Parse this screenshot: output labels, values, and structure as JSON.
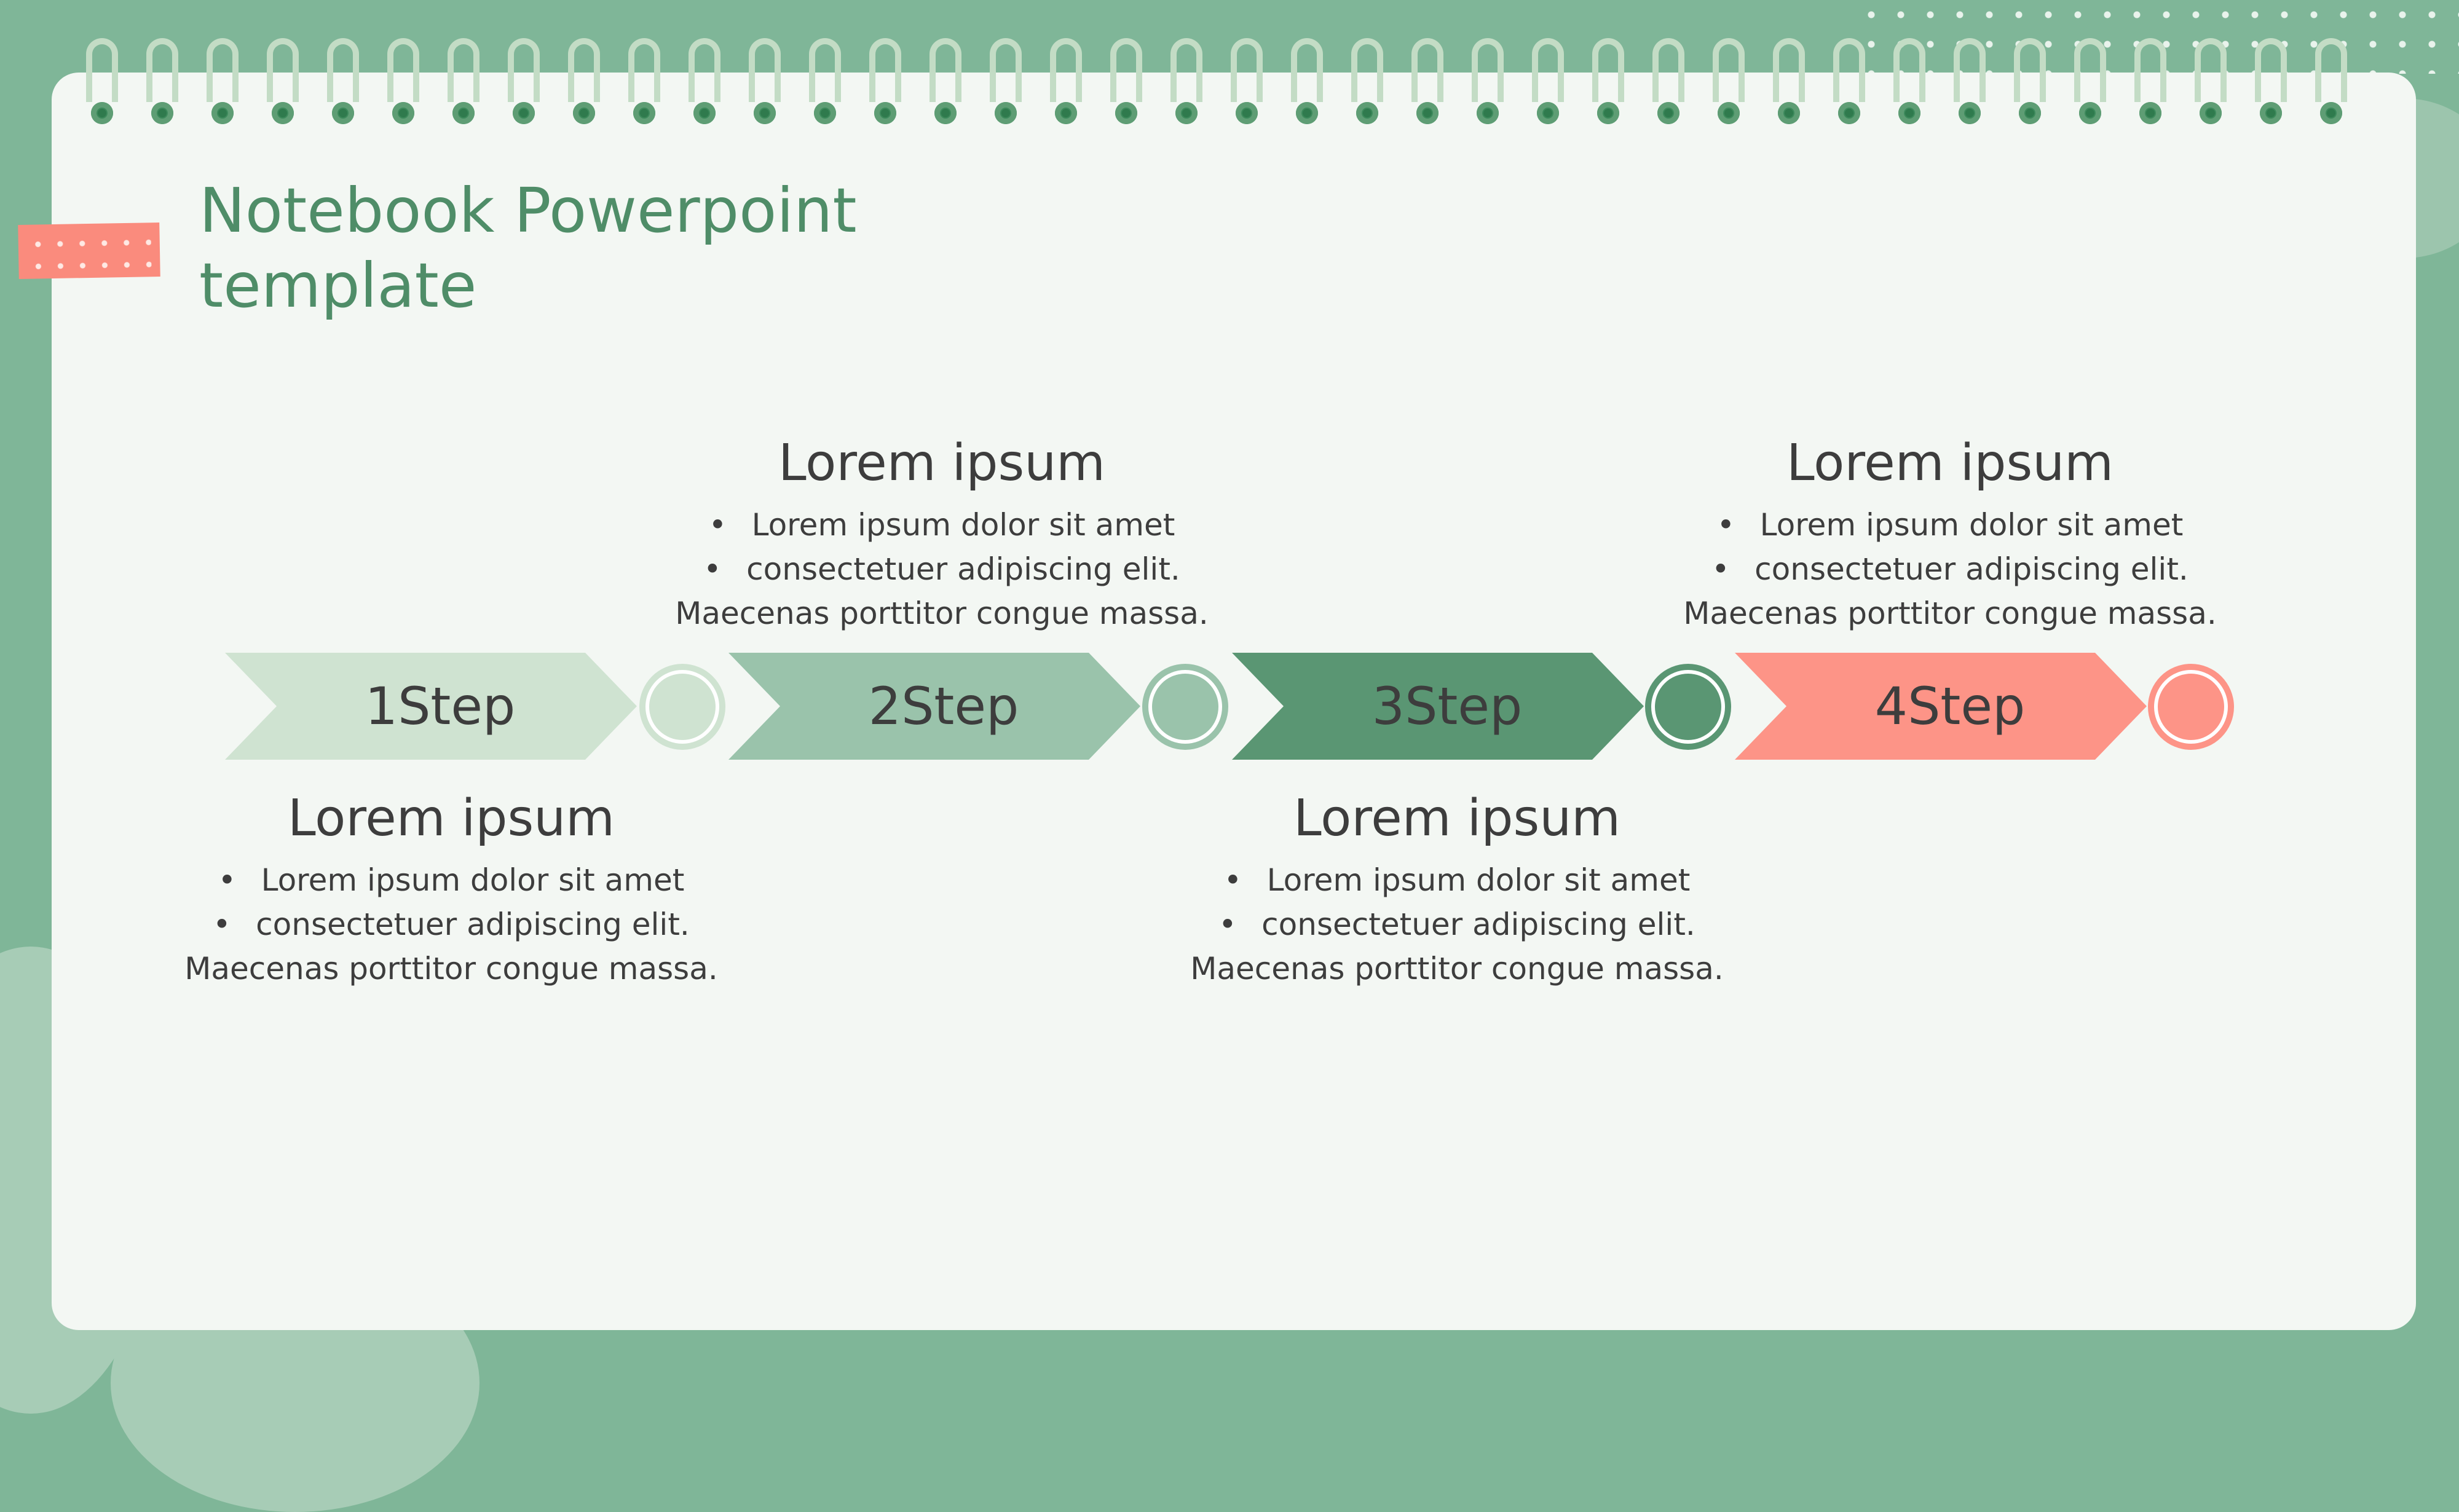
{
  "slide": {
    "title": "Notebook Powerpoint\ntemplate"
  },
  "colors": {
    "background": "#7fb698",
    "paper": "#f3f7f3",
    "step1": "#cfe3d1",
    "step2": "#9ac3ab",
    "step3": "#5a9673",
    "step4": "#fd9487",
    "title": "#4f8d68",
    "text": "#3d3d3d",
    "tape": "#fa8b7d"
  },
  "steps": [
    {
      "label": "1Step",
      "color": "#cfe3d1"
    },
    {
      "label": "2Step",
      "color": "#9ac3ab"
    },
    {
      "label": "3Step",
      "color": "#5a9673"
    },
    {
      "label": "4Step",
      "color": "#fd9487"
    }
  ],
  "cards": [
    {
      "heading": "Lorem ipsum",
      "bullet1": "Lorem ipsum dolor sit amet",
      "bullet2": "consectetuer adipiscing elit.",
      "line3": "Maecenas porttitor congue massa."
    },
    {
      "heading": "Lorem ipsum",
      "bullet1": "Lorem ipsum dolor sit amet",
      "bullet2": "consectetuer adipiscing elit.",
      "line3": "Maecenas porttitor congue massa."
    },
    {
      "heading": "Lorem ipsum",
      "bullet1": "Lorem ipsum dolor sit amet",
      "bullet2": "consectetuer adipiscing elit.",
      "line3": "Maecenas porttitor congue massa."
    },
    {
      "heading": "Lorem ipsum",
      "bullet1": "Lorem ipsum dolor sit amet",
      "bullet2": "consectetuer adipiscing elit.",
      "line3": "Maecenas porttitor congue massa."
    }
  ]
}
